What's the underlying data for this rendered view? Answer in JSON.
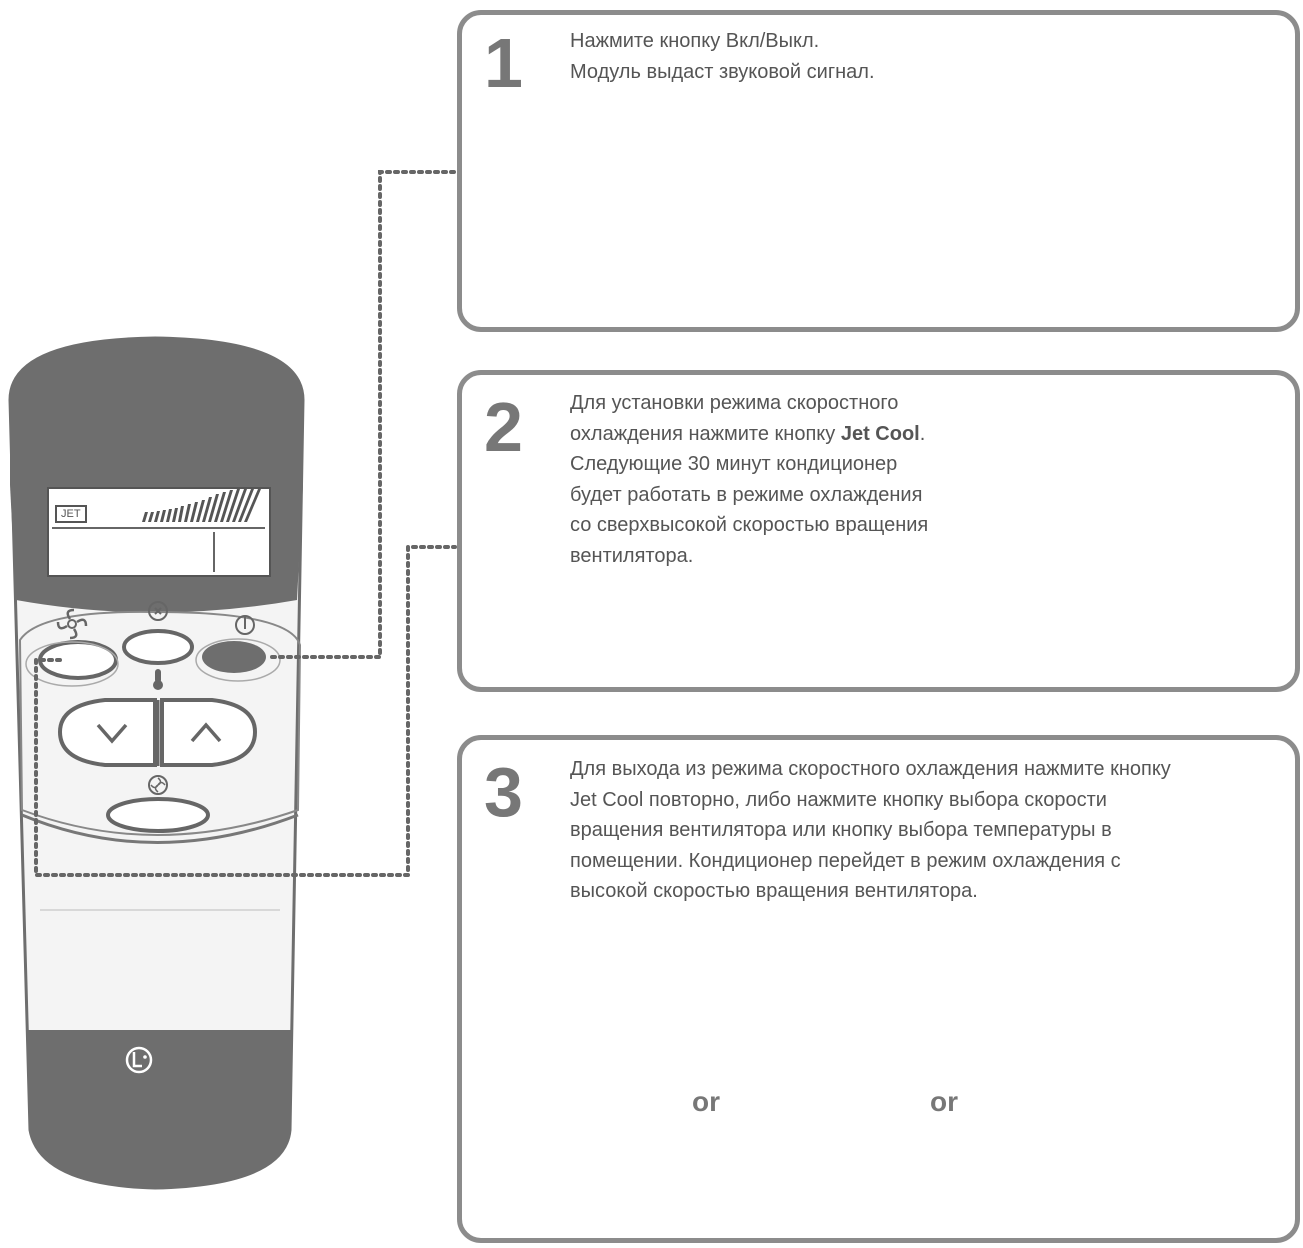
{
  "remote": {
    "display_badge": "JET"
  },
  "steps": [
    {
      "number": "1",
      "lines": [
        "Нажмите кнопку Вкл/Выкл.",
        "Модуль выдаст звуковой сигнал."
      ]
    },
    {
      "number": "2",
      "lines_pre": "Для установки режима скоростного",
      "line2_plain": "охлаждения нажмите кнопку ",
      "line2_bold": "Jet Cool",
      "line2_end": ".",
      "lines_post": [
        "Следующие 30 минут кондиционер",
        "будет работать в режиме охлаждения",
        "со сверхвысокой скоростью вращения",
        "вентилятора."
      ]
    },
    {
      "number": "3",
      "lines": [
        "Для выхода из режима скоростного охлаждения нажмите кнопку",
        "Jet Cool повторно, либо нажмите кнопку выбора скорости",
        "вращения вентилятора или кнопку выбора температуры в",
        "помещении. Кондиционер перейдет в режим охлаждения с",
        "высокой скоростью вращения вентилятора."
      ],
      "or_labels": [
        "or",
        "or"
      ]
    }
  ],
  "icons": [
    "power-icon",
    "jet-cool-icon",
    "fan-speed-icon",
    "temperature-icon",
    "lg-logo-icon",
    "hand-pointer-icon"
  ],
  "colors": {
    "remote_body": "#6e6e6e",
    "box_border": "#8c8c8c",
    "text": "#555555"
  }
}
